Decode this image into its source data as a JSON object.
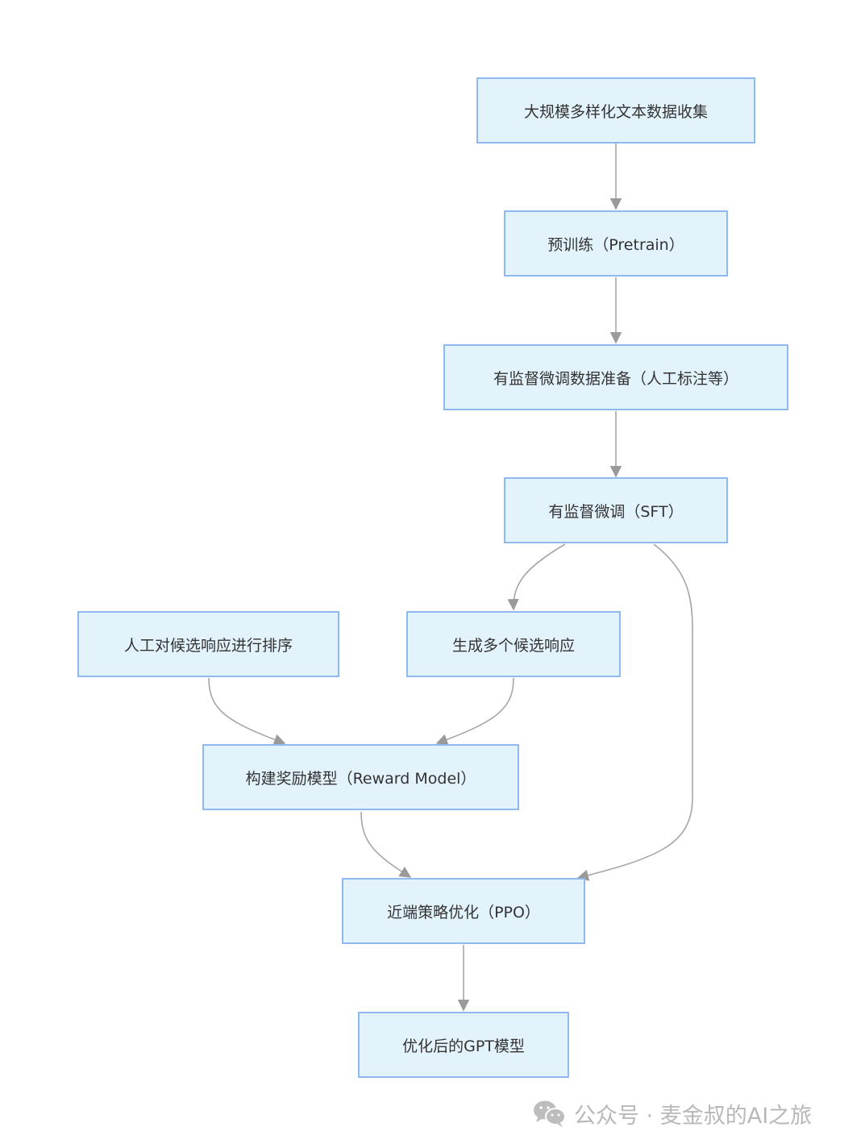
{
  "nodes": {
    "collect": "大规模多样化文本数据收集",
    "pretrain": "预训练（Pretrain）",
    "sft_data": "有监督微调数据准备（人工标注等）",
    "sft": "有监督微调（SFT）",
    "rank": "人工对候选响应进行排序",
    "generate": "生成多个候选响应",
    "reward": "构建奖励模型（Reward Model）",
    "ppo": "近端策略优化（PPO）",
    "final": "优化后的GPT模型"
  },
  "watermark": {
    "text": "公众号 · 麦金叔的AI之旅",
    "icon": "wechat-icon"
  },
  "colors": {
    "node_fill": "#e3f3fc",
    "node_border": "#8fb8ee",
    "edge": "#a0a0a0",
    "text": "#333333",
    "watermark": "#b8b8b8"
  }
}
